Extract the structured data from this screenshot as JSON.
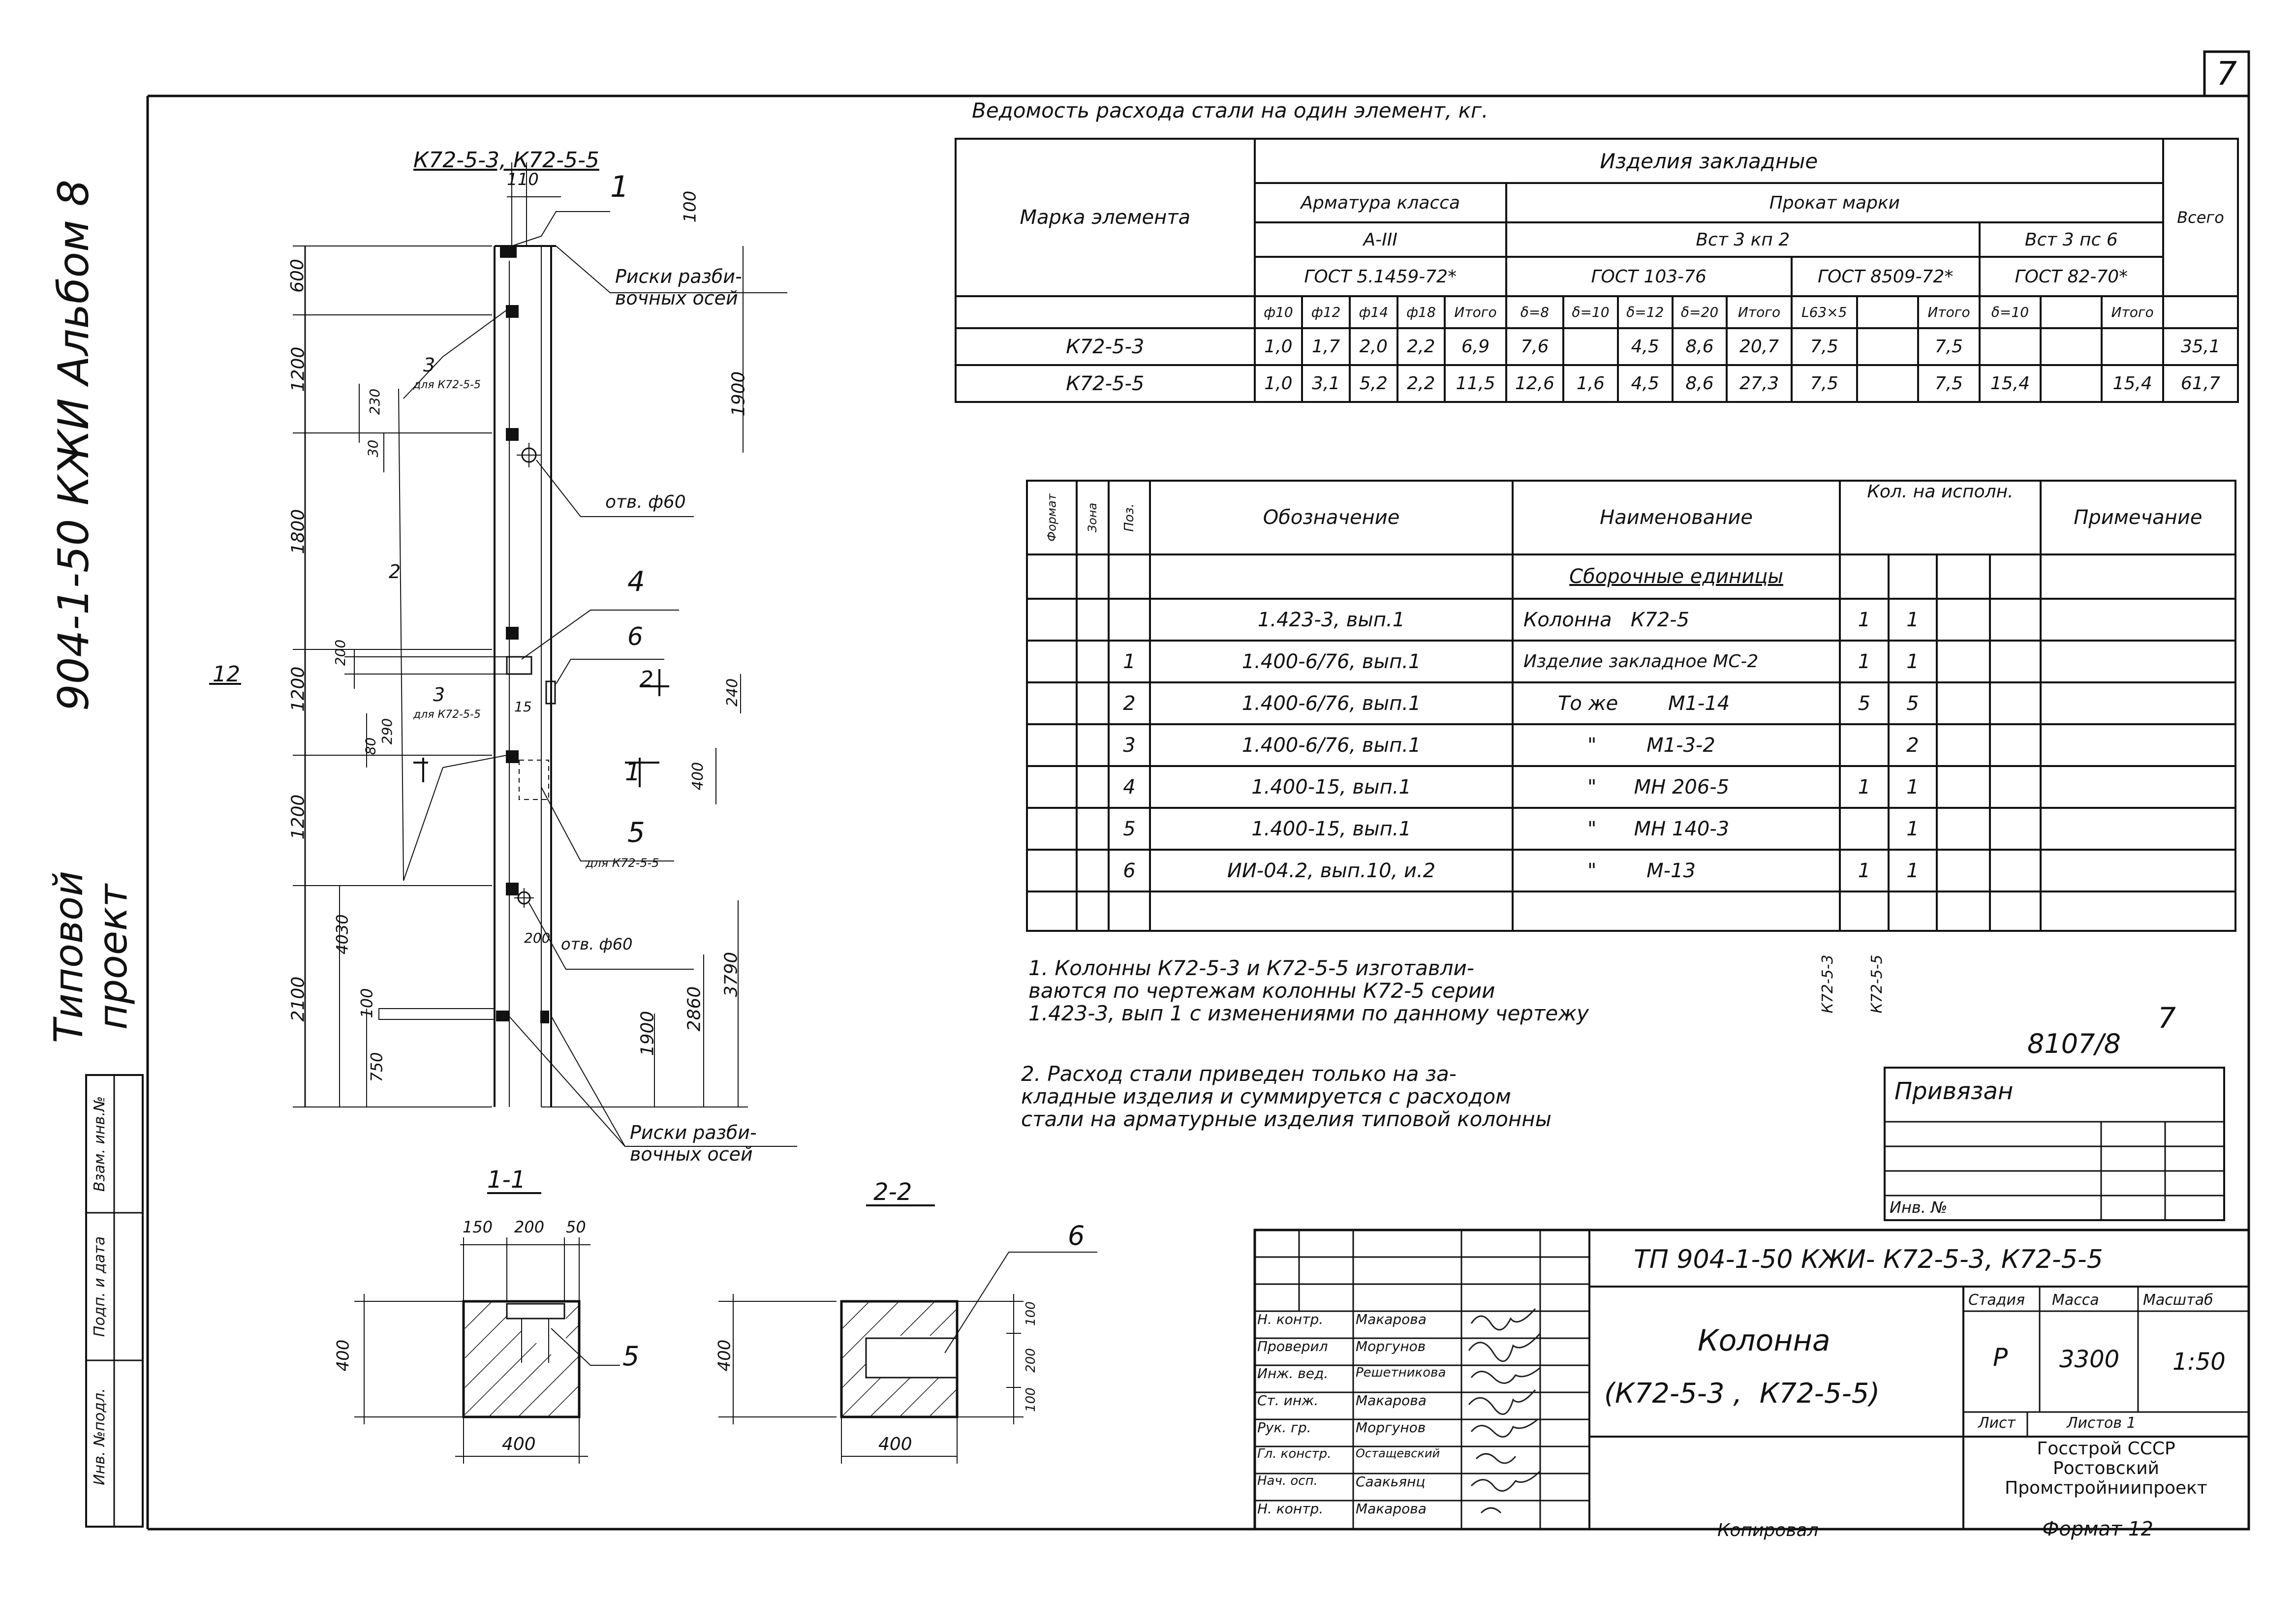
{
  "sheet_number": "7",
  "side": {
    "project_title": "Типовой проект",
    "project_code": "904-1-50 КЖИ Альбом 8",
    "stamp_labels": [
      "Инв. №подл.",
      "Подп. и дата",
      "Взам. инв.№"
    ]
  },
  "drawing": {
    "title": "К72-5-3, К72-5-5",
    "dims_top": [
      "110",
      "100"
    ],
    "dims_left": [
      "600",
      "1200",
      "1800",
      "1200",
      "1200",
      "2100"
    ],
    "dims_left_inner": [
      "230",
      "30",
      "200",
      "80",
      "290",
      "4030",
      "750",
      "100"
    ],
    "dims_right": [
      "1900",
      "240",
      "400",
      "3790",
      "2860",
      "1900"
    ],
    "labels": {
      "marks_top": "Риски разби-\nвочных осей",
      "marks_bottom": "Риски разби-\nвочных осей",
      "hole_60": "отв. ф60",
      "hole_60b": "отв. ф60",
      "for_k72_5_5": "для К72-5-5",
      "for_k72_5_5b": "для К72-5-5",
      "for_k72_5_5c": "для К72-5-5",
      "pos": [
        "1",
        "2",
        "3",
        "3",
        "4",
        "5",
        "6",
        "15",
        "200"
      ],
      "section_12": "12",
      "sec_1": "1",
      "sec_2": "2"
    }
  },
  "sections": {
    "s11": {
      "title": "1-1",
      "dims": [
        "150",
        "200",
        "50"
      ],
      "height": "400",
      "width": "400",
      "pos": "5"
    },
    "s22": {
      "title": "2-2",
      "dims": [
        "100",
        "200",
        "100"
      ],
      "height": "400",
      "width": "400",
      "pos": "6"
    }
  },
  "steel_table": {
    "title": "Ведомость расхода стали на один элемент, кг.",
    "col_mark": "Марка элемента",
    "group_embedded": "Изделия закладные",
    "group_rebar": "Арматура класса",
    "rebar_class": "А-III",
    "rebar_gost": "ГОСТ 5.1459-72*",
    "group_rolled": "Прокат марки",
    "steel_a": "Вст 3 кп 2",
    "steel_b": "Вст 3 пс 6",
    "gost_a": "ГОСТ 103-76",
    "gost_b": "ГОСТ 8509-72*",
    "gost_c": "ГОСТ 82-70*",
    "total": "Всего",
    "subcols": [
      "ф10",
      "ф12",
      "ф14",
      "ф18",
      "Итого",
      "δ=8",
      "δ=10",
      "δ=12",
      "δ=20",
      "Итого",
      "L63×5",
      "",
      "Итого",
      "δ=10",
      "",
      "Итого"
    ],
    "rows": [
      {
        "mark": "К72-5-3",
        "vals": [
          "1,0",
          "1,7",
          "2,0",
          "2,2",
          "6,9",
          "7,6",
          "",
          "4,5",
          "8,6",
          "20,7",
          "7,5",
          "",
          "7,5",
          "",
          "",
          ""
        ],
        "total": "35,1"
      },
      {
        "mark": "К72-5-5",
        "vals": [
          "1,0",
          "3,1",
          "5,2",
          "2,2",
          "11,5",
          "12,6",
          "1,6",
          "4,5",
          "8,6",
          "27,3",
          "7,5",
          "",
          "7,5",
          "15,4",
          "",
          "15,4"
        ],
        "total": "61,7"
      }
    ]
  },
  "spec_table": {
    "h_format": "Формат",
    "h_zone": "Зона",
    "h_pos": "Поз.",
    "h_designation": "Обозначение",
    "h_name": "Наименование",
    "h_qty": "Кол. на исполн.",
    "h_note": "Примечание",
    "section": "Сборочные единицы",
    "variants": [
      "К72-5-3",
      "К72-5-5"
    ],
    "rows": [
      {
        "pos": "",
        "designation": "1.423-3, вып.1",
        "name": "Колонна   К72-5",
        "q1": "1",
        "q2": "1"
      },
      {
        "pos": "1",
        "designation": "1.400-6/76, вып.1",
        "name": "Изделие закладное МС-2",
        "q1": "1",
        "q2": "1"
      },
      {
        "pos": "2",
        "designation": "1.400-6/76, вып.1",
        "name": "То же        М1-14",
        "q1": "5",
        "q2": "5"
      },
      {
        "pos": "3",
        "designation": "1.400-6/76, вып.1",
        "name": "\"        М1-3-2",
        "q1": "",
        "q2": "2"
      },
      {
        "pos": "4",
        "designation": "1.400-15, вып.1",
        "name": "\"      МН 206-5",
        "q1": "1",
        "q2": "1"
      },
      {
        "pos": "5",
        "designation": "1.400-15, вып.1",
        "name": "\"      МН 140-3",
        "q1": "",
        "q2": "1"
      },
      {
        "pos": "6",
        "designation": "ИИ-04.2, вып.10, и.2",
        "name": "\"        М-13",
        "q1": "1",
        "q2": "1"
      }
    ]
  },
  "notes": [
    "1. Колонны К72-5-3 и К72-5-5 изготавли-\nваются по чертежам колонны К72-5 серии\n1.423-3, вып 1 с изменениями по данному чертежу",
    "2. Расход стали приведен только на за-\nкладные изделия и суммируется с расходом\nстали на арматурные изделия типовой колонны"
  ],
  "ref_number": "8107/8",
  "ref_sheet": "7",
  "privyazan": {
    "label": "Привязан",
    "inv": "Инв. №"
  },
  "title_block": {
    "doc_code": "ТП 904-1-50 КЖИ- К72-5-3, К72-5-5",
    "roles": [
      {
        "role": "Н. контр.",
        "name": "Макарова"
      },
      {
        "role": "Проверил",
        "name": "Моргунов"
      },
      {
        "role": "Инж. вед.",
        "name": "Решетникова"
      },
      {
        "role": "Ст. инж.",
        "name": "Макарова"
      },
      {
        "role": "Рук. гр.",
        "name": "Моргунов"
      },
      {
        "role": "Гл. констр.",
        "name": "Остащевский"
      },
      {
        "role": "Нач. осп.",
        "name": "Саакьянц"
      },
      {
        "role": "Н. контр.",
        "name": "Макарова"
      }
    ],
    "element_name": "Колонна",
    "element_marks": "(К72-5-3 ,  К72-5-5)",
    "h_stage": "Стадия",
    "h_mass": "Масса",
    "h_scale": "Масштаб",
    "stage": "Р",
    "mass": "3300",
    "scale": "1:50",
    "sheet": "Лист",
    "sheets": "Листов 1",
    "org": "Госстрой СССР\nРостовский\nПромстройниипроект"
  },
  "footer": {
    "copied": "Копировал",
    "format": "Формат 12"
  }
}
